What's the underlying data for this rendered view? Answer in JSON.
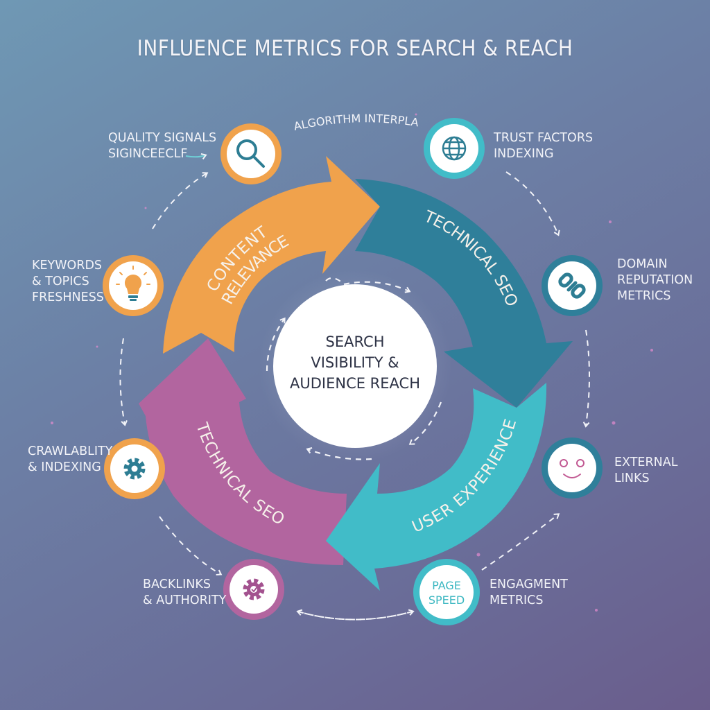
{
  "title": "INFLUENCE METRICS FOR SEARCH & REACH",
  "center": {
    "lines": [
      "SEARCH",
      "VISIBILITY &",
      "AUDIENCE REACH"
    ]
  },
  "top_note": "ALGORITHM INTERPLAY",
  "arrows": {
    "content_relevance": {
      "line1": "CONTENT",
      "line2": "RELEVANCE",
      "color": "#f0a24c"
    },
    "technical_seo_right": {
      "label": "TECHNICAL SEO",
      "color": "#2f7f9a"
    },
    "user_experience": {
      "label": "USER EXPERIENCE",
      "color": "#41bcc8"
    },
    "technical_seo_left": {
      "label": "TECHNICAL SEO",
      "color": "#b2659f"
    }
  },
  "nodes": {
    "quality": {
      "lines": [
        "QUALITY SIGNALS",
        "SIGINCEECLF"
      ],
      "icon": "search-icon"
    },
    "keywords": {
      "lines": [
        "KEYWORDS",
        "& TOPICS",
        "FRESHNESS"
      ],
      "icon": "lightbulb-icon"
    },
    "crawlability": {
      "lines": [
        "CRAWLABLITY",
        "& INDEXING"
      ],
      "icon": "gear-icon"
    },
    "backlinks": {
      "lines": [
        "BACKLINKS",
        "& AUTHORITY"
      ],
      "icon": "gear-check-icon"
    },
    "page_speed": {
      "badge_lines": [
        "PAGE",
        "SPEED"
      ],
      "lines": [
        "ENGAGMENT",
        "METRICS"
      ]
    },
    "external": {
      "lines": [
        "EXTERNAL",
        "LINKS"
      ],
      "icon": "smile-face-icon"
    },
    "domain": {
      "lines": [
        "DOMAIN",
        "REPUTATION",
        "METRICS"
      ],
      "icon": "chain-link-icon"
    },
    "trust": {
      "lines": [
        "TRUST FACTORS",
        "INDEXING"
      ],
      "icon": "globe-icon"
    }
  },
  "colors": {
    "orange": "#f0a24c",
    "teal_dark": "#2f7f9a",
    "teal_light": "#41bcc8",
    "purple": "#b2659f"
  }
}
